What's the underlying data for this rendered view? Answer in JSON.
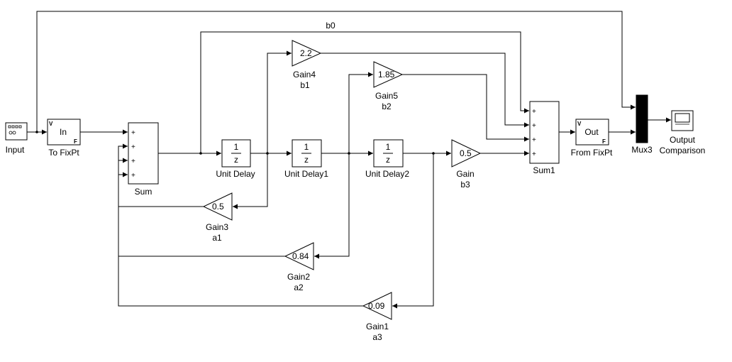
{
  "blocks": {
    "input": {
      "label": "Input"
    },
    "to_fixpt": {
      "label": "To FixPt",
      "text": "In",
      "v": "V",
      "f": "F"
    },
    "sum": {
      "label": "Sum",
      "ports": [
        "+",
        "+",
        "+",
        "+"
      ]
    },
    "unit_delay": {
      "label": "Unit Delay",
      "num": "1",
      "den": "z"
    },
    "unit_delay1": {
      "label": "Unit Delay1",
      "num": "1",
      "den": "z"
    },
    "unit_delay2": {
      "label": "Unit Delay2",
      "num": "1",
      "den": "z"
    },
    "gain": {
      "label": "Gain",
      "sublabel": "b3",
      "value": "0.5"
    },
    "gain1": {
      "label": "Gain1",
      "sublabel": "a3",
      "value": "0.09"
    },
    "gain2": {
      "label": "Gain2",
      "sublabel": "a2",
      "value": "0.84"
    },
    "gain3": {
      "label": "Gain3",
      "sublabel": "a1",
      "value": "0.5"
    },
    "gain4": {
      "label": "Gain4",
      "sublabel": "b1",
      "value": "2.2"
    },
    "gain5": {
      "label": "Gain5",
      "sublabel": "b2",
      "value": "1.85"
    },
    "sum1": {
      "label": "Sum1",
      "ports": [
        "+",
        "+",
        "+",
        "+"
      ]
    },
    "from_fixpt": {
      "label": "From FixPt",
      "text": "Out",
      "v": "V",
      "f": "F"
    },
    "mux3": {
      "label": "Mux3"
    },
    "output": {
      "label_line1": "Output",
      "label_line2": "Comparison"
    }
  },
  "signals": {
    "b0": "b0"
  }
}
